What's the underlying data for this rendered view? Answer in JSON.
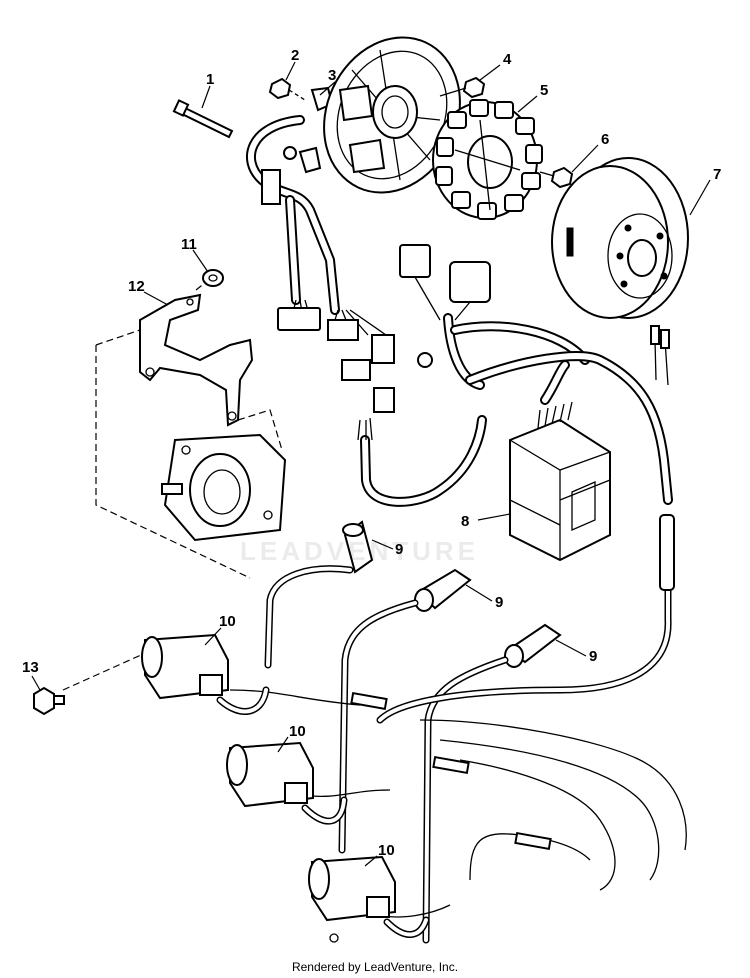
{
  "diagram": {
    "callouts": [
      "1",
      "2",
      "3",
      "4",
      "5",
      "6",
      "7",
      "8",
      "9",
      "9",
      "9",
      "10",
      "10",
      "10",
      "11",
      "12",
      "13"
    ]
  },
  "watermark": "LEADVENTURE",
  "footer": {
    "text": "Rendered by LeadVenture, Inc."
  },
  "colors": {
    "ink": "#000000",
    "paper": "#ffffff"
  }
}
